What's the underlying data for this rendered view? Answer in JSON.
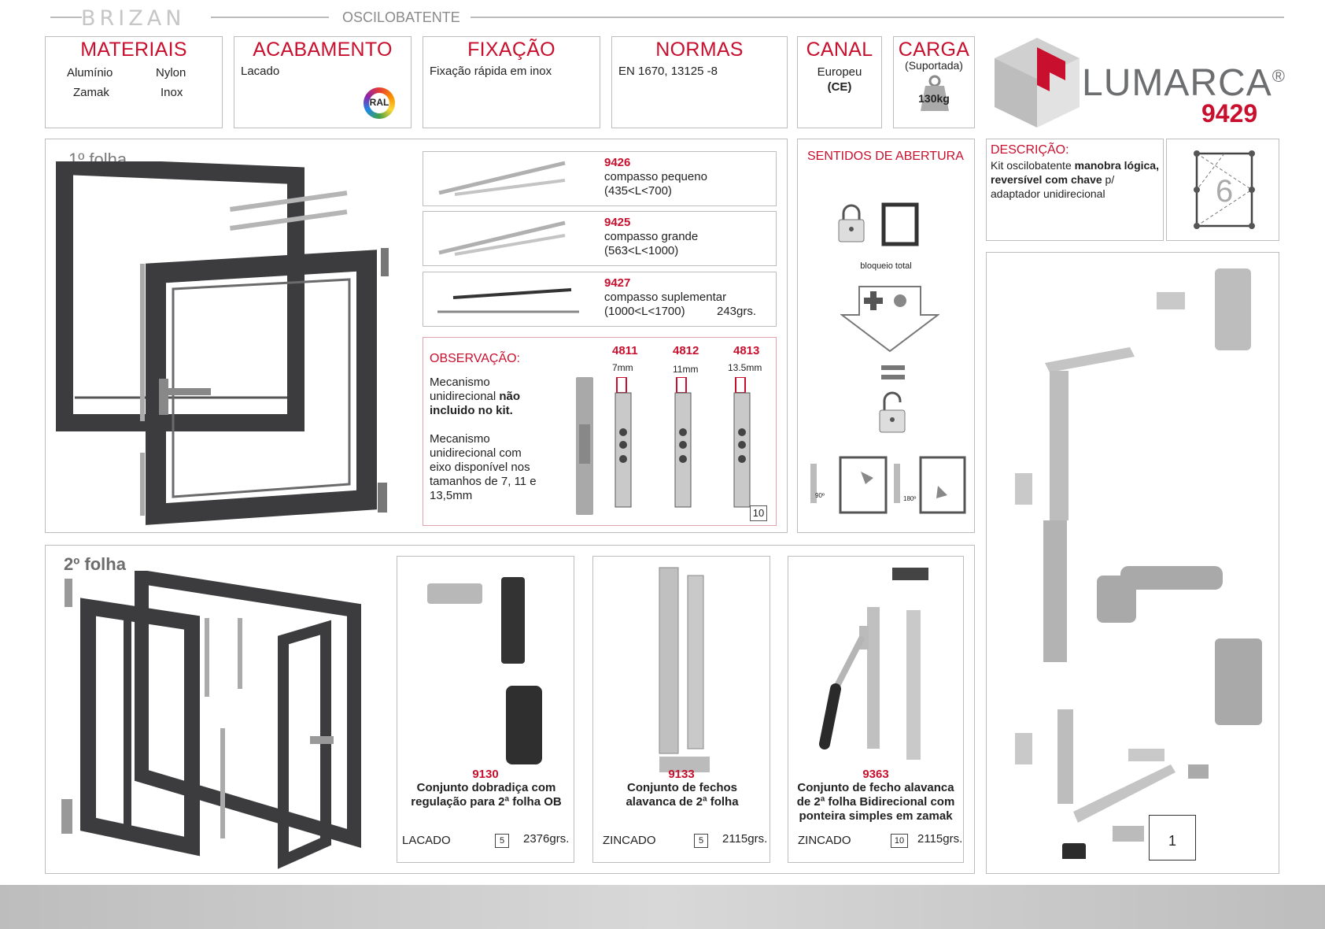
{
  "header": {
    "brand": "BRIZAN",
    "subtitle": "OSCILOBATENTE"
  },
  "specs": {
    "materiais": {
      "title": "MATERIAIS",
      "items": [
        "Alumínio",
        "Nylon",
        "Zamak",
        "Inox"
      ]
    },
    "acabamento": {
      "title": "ACABAMENTO",
      "value": "Lacado",
      "badge": "RAL"
    },
    "fixacao": {
      "title": "FIXAÇÃO",
      "value": "Fixação rápida em inox"
    },
    "normas": {
      "title": "NORMAS",
      "value": "EN 1670, 13125 -8"
    },
    "canal": {
      "title": "CANAL",
      "value": "Europeu",
      "value2": "(CE)"
    },
    "carga": {
      "title": "CARGA",
      "sub": "(Suportada)",
      "value": "130kg"
    }
  },
  "logo": {
    "name": "LUMARCA",
    "reg": "®",
    "code": "9429"
  },
  "folha1": {
    "title": "1º folha",
    "compassos": [
      {
        "code": "9426",
        "name": "compasso pequeno",
        "range": "(435<L<700)",
        "weight": ""
      },
      {
        "code": "9425",
        "name": "compasso grande",
        "range": "(563<L<1000)",
        "weight": ""
      },
      {
        "code": "9427",
        "name": "compasso suplementar",
        "range": "(1000<L<1700)",
        "weight": "243grs."
      }
    ],
    "observacao": {
      "title": "OBSERVAÇÃO:",
      "p1a": "Mecanismo unidirecional ",
      "p1b": "não incluido no kit.",
      "p2": "Mecanismo unidirecional com eixo disponível nos tamanhos de 7, 11 e 13,5mm",
      "mechs": [
        {
          "code": "4811",
          "size": "7mm"
        },
        {
          "code": "4812",
          "size": "11mm"
        },
        {
          "code": "4813",
          "size": "13.5mm"
        }
      ],
      "qty": "10"
    }
  },
  "sentidos": {
    "title": "SENTIDOS DE ABERTURA",
    "label": "bloqueio total",
    "deg1": "90º",
    "deg2": "180º"
  },
  "descricao": {
    "title": "DESCRIÇÃO:",
    "t1": "Kit oscilobatente ",
    "t2": "manobra lógica, reversível com chave",
    "t3": " p/ adaptador unidirecional",
    "sides": "6"
  },
  "folha2": {
    "title": "2º folha",
    "products": [
      {
        "code": "9130",
        "desc": "Conjunto dobradiça com regulação para 2ª folha OB",
        "finish": "LACADO",
        "qty": "5",
        "weight": "2376grs."
      },
      {
        "code": "9133",
        "desc": "Conjunto de fechos alavanca de 2ª folha",
        "finish": "ZINCADO",
        "qty": "5",
        "weight": "2115grs."
      },
      {
        "code": "9363",
        "desc": "Conjunto de fecho alavanca de 2ª folha Bidirecional com ponteira simples em zamak",
        "finish": "ZINCADO",
        "qty": "10",
        "weight": "2115grs."
      }
    ]
  },
  "kit": {
    "qty": "1"
  },
  "colors": {
    "accent": "#c8102e",
    "border": "#bdbdbd",
    "frame": "#3c3c3e"
  }
}
